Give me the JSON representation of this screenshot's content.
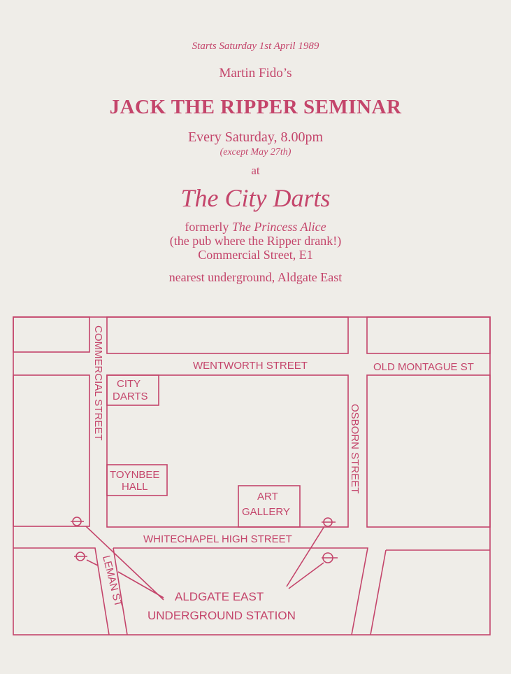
{
  "flyer": {
    "starts": "Starts Saturday 1st April 1989",
    "author": "Martin Fido’s",
    "title": "JACK THE RIPPER SEMINAR",
    "schedule": "Every Saturday, 8.00pm",
    "exception": "(except May 27th)",
    "at": "at",
    "venue": "The City Darts",
    "formerly_prefix": "formerly ",
    "formerly_name": "The Princess Alice",
    "pub_note": "(the pub where the Ripper drank!)",
    "address": "Commercial Street, E1",
    "nearest": "nearest underground, Aldgate East"
  },
  "map": {
    "streets": {
      "commercial": "COMMERCIAL STREET",
      "wentworth": "WENTWORTH STREET",
      "old_montague": "OLD MONTAGUE ST",
      "osborn": "OSBORN STREET",
      "whitechapel": "WHITECHAPEL HIGH STREET",
      "leman": "LEMAN ST"
    },
    "buildings": {
      "city_darts_1": "CITY",
      "city_darts_2": "DARTS",
      "toynbee_1": "TOYNBEE",
      "toynbee_2": "HALL",
      "art_1": "ART",
      "art_2": "GALLERY"
    },
    "station_1": "ALDGATE EAST",
    "station_2": "UNDERGROUND STATION",
    "ink_color": "#c4456b"
  }
}
